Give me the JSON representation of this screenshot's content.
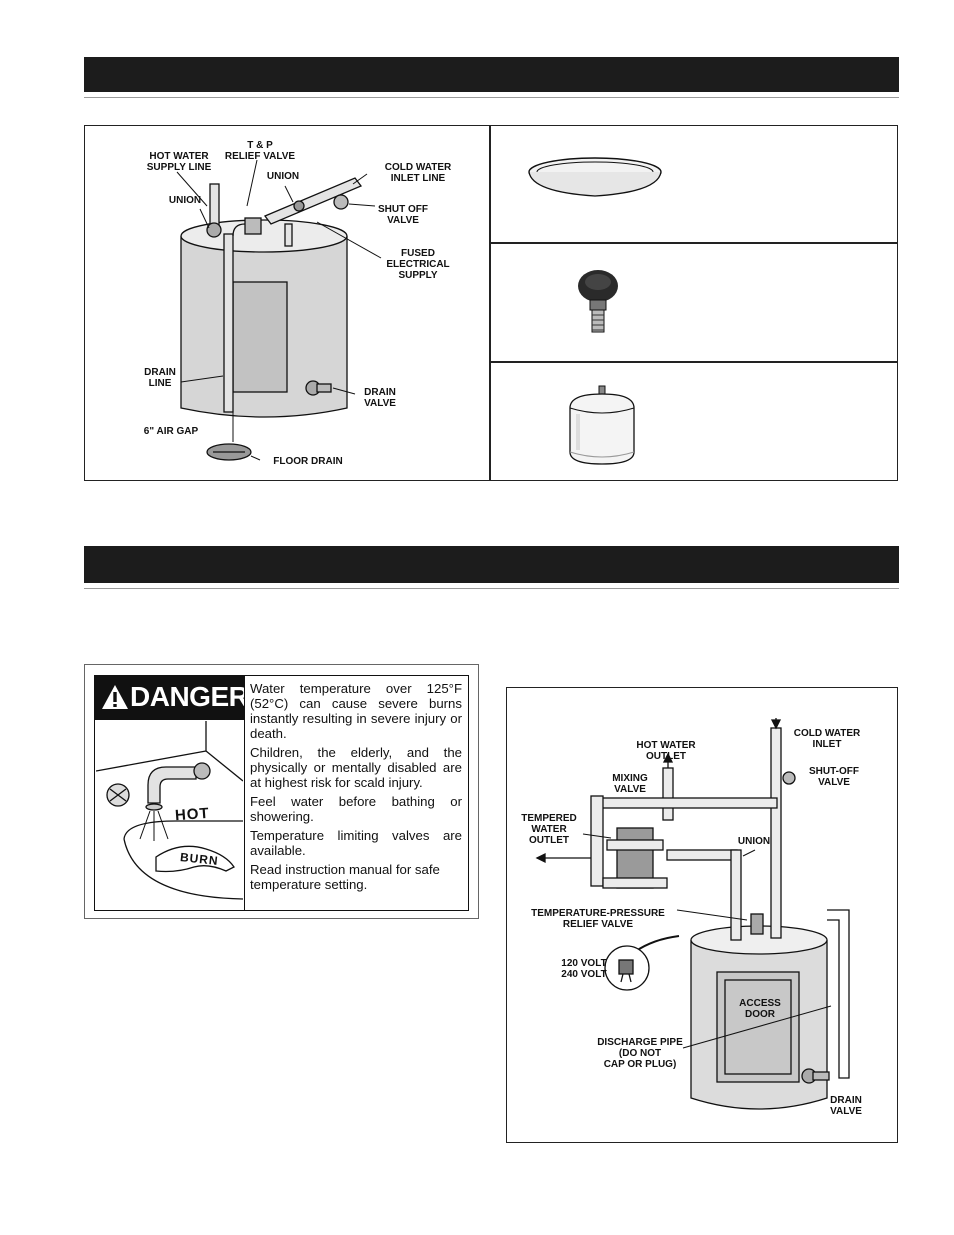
{
  "diagram1": {
    "labels": {
      "hot_water_supply_line": "HOT WATER\nSUPPLY LINE",
      "tp_relief_valve": "T & P\nRELIEF VALVE",
      "union_top": "UNION",
      "cold_water_inlet_line": "COLD WATER\nINLET LINE",
      "union_left": "UNION",
      "shut_off_valve": "SHUT OFF\nVALVE",
      "fused_electrical_supply": "FUSED\nELECTRICAL\nSUPPLY",
      "drain_line": "DRAIN\nLINE",
      "drain_valve": "DRAIN\nVALVE",
      "air_gap": "6\" AIR GAP",
      "floor_drain": "FLOOR DRAIN"
    }
  },
  "danger": {
    "header": "DANGER",
    "hot_word": "HOT",
    "burn_word": "BURN",
    "paragraphs": [
      "Water temperature over 125°F (52°C) can cause severe burns instantly resulting in severe injury or death.",
      "Children, the elderly, and the physically or mentally disabled are at highest risk for scald injury.",
      "Feel water before bathing or showering.",
      "Temperature limiting valves are available.",
      "Read instruction manual for safe temperature setting."
    ]
  },
  "diagram2": {
    "labels": {
      "cold_water_inlet": "COLD WATER\nINLET",
      "hot_water_outlet": "HOT WATER\nOUTLET",
      "mixing_valve": "MIXING\nVALVE",
      "shut_off_valve": "SHUT-OFF\nVALVE",
      "tempered_water_outlet": "TEMPERED\nWATER\nOUTLET",
      "union": "UNION",
      "tp_relief_valve": "TEMPERATURE-PRESSURE\nRELIEF VALVE",
      "voltage": "120 VOLT\n240 VOLT",
      "access_door": "ACCESS\nDOOR",
      "discharge_pipe": "DISCHARGE PIPE\n(DO NOT\nCAP OR PLUG)",
      "drain_valve": "DRAIN\nVALVE"
    }
  }
}
